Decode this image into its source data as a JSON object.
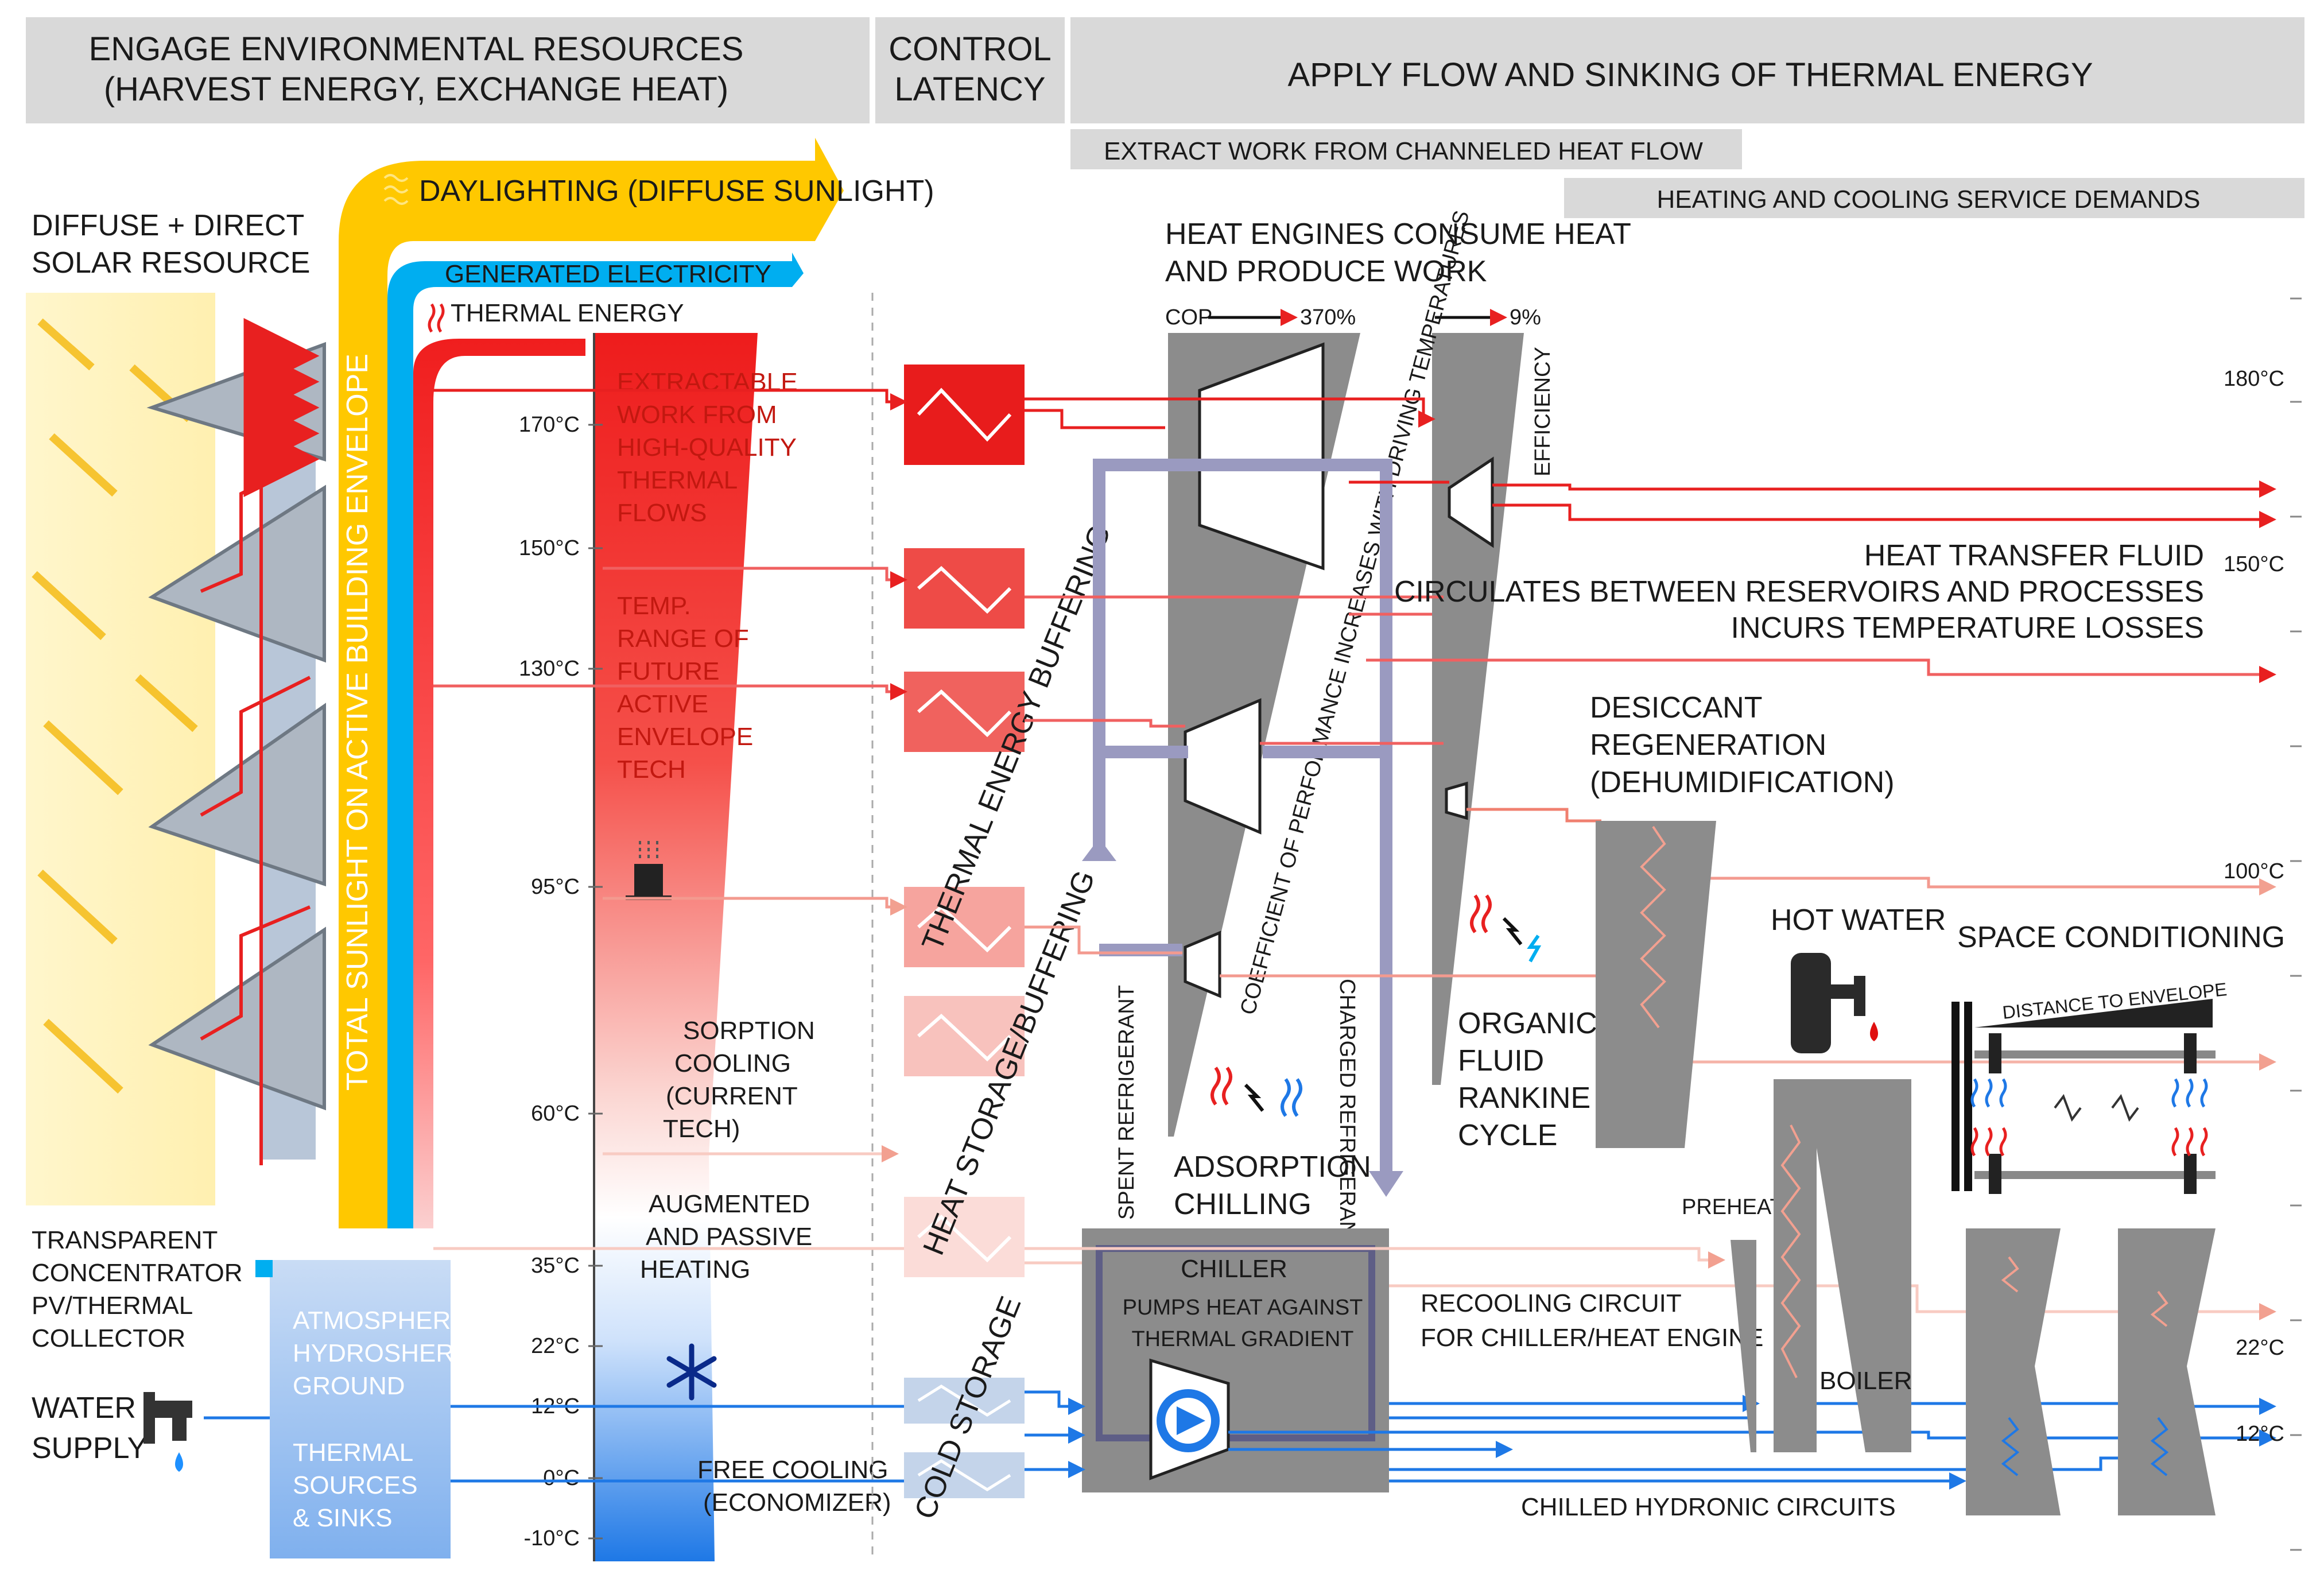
{
  "headers": {
    "engage_line1": "ENGAGE ENVIRONMENTAL RESOURCES",
    "engage_line2": "(HARVEST ENERGY, EXCHANGE HEAT)",
    "control_line1": "CONTROL",
    "control_line2": "LATENCY",
    "apply": "APPLY FLOW AND SINKING OF THERMAL ENERGY",
    "extract_work": "EXTRACT WORK FROM CHANNELED HEAT FLOW",
    "service_demands": "HEATING AND COOLING SERVICE DEMANDS"
  },
  "solar": {
    "resource_line1": "DIFFUSE + DIRECT",
    "resource_line2": "SOLAR RESOURCE",
    "daylighting": "DAYLIGHTING (DIFFUSE SUNLIGHT)",
    "electricity": "GENERATED ELECTRICITY",
    "thermal": "THERMAL ENERGY",
    "total_sunlight": "TOTAL SUNLIGHT ON ACTIVE BUILDING ENVELOPE",
    "collector_line1": "TRANSPARENT",
    "collector_line2": "CONCENTRATOR",
    "collector_line3": "PV/THERMAL",
    "collector_line4": "COLLECTOR",
    "water_line1": "WATER",
    "water_line2": "SUPPLY"
  },
  "temperature_scale": [
    "170°C",
    "150°C",
    "130°C",
    "95°C",
    "60°C",
    "35°C",
    "22°C",
    "12°C",
    "0°C",
    "-10°C"
  ],
  "right_scale": [
    "180°C",
    "150°C",
    "100°C",
    "22°C",
    "12°C"
  ],
  "wedge_labels": {
    "extractable": [
      "EXTRACTABLE",
      "WORK FROM",
      "HIGH-QUALITY",
      "THERMAL",
      "FLOWS"
    ],
    "future": [
      "TEMP.",
      "RANGE OF",
      "FUTURE",
      "ACTIVE",
      "ENVELOPE",
      "TECH"
    ],
    "sorption": [
      "SORPTION",
      "COOLING",
      "(CURRENT",
      "TECH)"
    ],
    "augmented": [
      "AUGMENTED",
      "AND PASSIVE",
      "HEATING"
    ],
    "free_cooling": [
      "FREE COOLING",
      "(ECONOMIZER)"
    ]
  },
  "sources": {
    "line1": "ATMOSPHERE",
    "line2": "HYDROSHERE",
    "line3": "GROUND",
    "line4": "THERMAL",
    "line5": "SOURCES",
    "line6": "& SINKS"
  },
  "buffering": {
    "thermal_energy_buffering": "THERMAL ENERGY BUFFERING",
    "heat_storage": "HEAT STORAGE/BUFFERING",
    "cold_storage": "COLD STORAGE"
  },
  "engines": {
    "title_line1": "HEAT ENGINES CONSUME HEAT",
    "title_line2": "AND PRODUCE WORK",
    "cop": "COP",
    "cop_max": "370%",
    "eff_max": "9%",
    "efficiency": "EFFICIENCY",
    "cop_note": "COEFFICIENT OF PERFORMANCE INCREASES WITH DRIVING TEMPERATURES",
    "spent_refrigerant": "SPENT REFRIGERANT",
    "charged_refrigerant": "CHARGED REFRIGERANT",
    "adsorption_line1": "ADSORPTION",
    "adsorption_line2": "CHILLING",
    "orc_line1": "ORGANIC",
    "orc_line2": "FLUID",
    "orc_line3": "RANKINE",
    "orc_line4": "CYCLE"
  },
  "chiller": {
    "title": "CHILLER",
    "line1": "PUMPS HEAT AGAINST",
    "line2": "THERMAL GRADIENT",
    "recooling_line1": "RECOOLING CIRCUIT",
    "recooling_line2": "FOR CHILLER/HEAT ENGINE",
    "chilled_hydronic": "CHILLED HYDRONIC CIRCUITS"
  },
  "services": {
    "htf_line1": "HEAT TRANSFER FLUID",
    "htf_line2": "CIRCULATES BETWEEN RESERVOIRS AND PROCESSES",
    "htf_line3": "INCURS TEMPERATURE LOSSES",
    "desiccant_line1": "DESICCANT",
    "desiccant_line2": "REGENERATION",
    "desiccant_line3": "(DEHUMIDIFICATION)",
    "hot_water": "HOT WATER",
    "space_conditioning": "SPACE CONDITIONING",
    "distance_to_envelope": "DISTANCE TO ENVELOPE",
    "preheat": "PREHEAT",
    "boiler": "BOILER"
  },
  "colors": {
    "header_gray": "#d9d9d9",
    "daylight": "#ffc800",
    "electricity": "#00aef0",
    "thermal": "#f01e1e",
    "cold": "#1e78e6",
    "engine_gray": "#8c8c8c",
    "refrigerant": "#9a9ac0"
  }
}
